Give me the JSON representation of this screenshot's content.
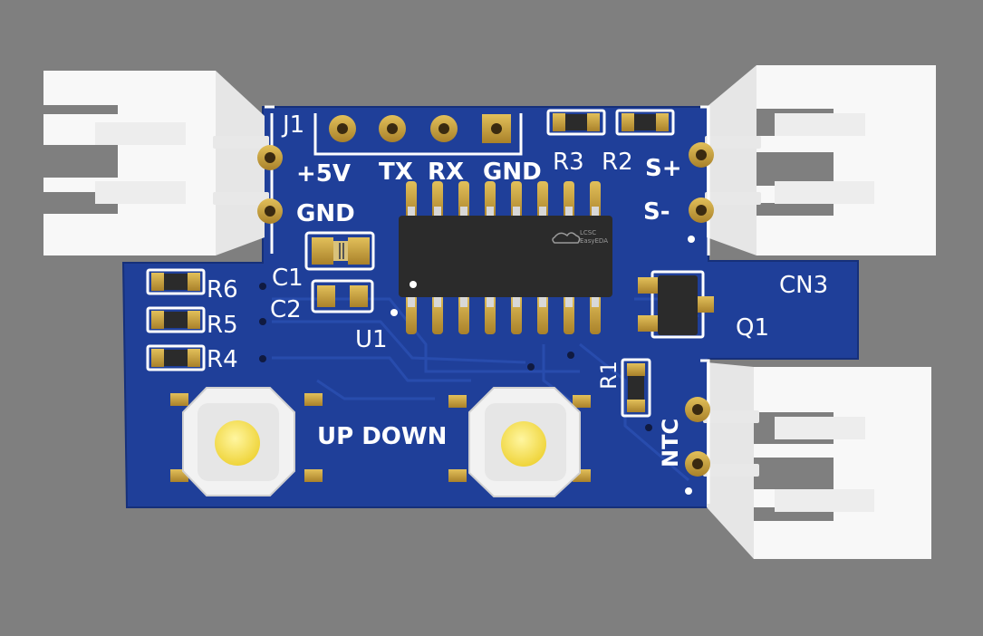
{
  "labels": {
    "j1": "J1",
    "plus5v": "+5V",
    "gnd": "GND",
    "tx": "TX",
    "rx": "RX",
    "gnd2": "GND",
    "r3": "R3",
    "r2": "R2",
    "splus": "S+",
    "sminus": "S-",
    "cn3": "CN3",
    "q1": "Q1",
    "c1": "C1",
    "c2": "C2",
    "r6": "R6",
    "r5": "R5",
    "r4": "R4",
    "u1": "U1",
    "r1": "R1",
    "ntc": "NTC",
    "up_down": "UP DOWN"
  },
  "colors": {
    "background": "#7f7f7f",
    "board": "#1f3f99",
    "board_dark": "#16307a",
    "silkscreen": "#ffffff",
    "copper": "#c9a13a",
    "chip": "#2b2b2b",
    "button_cap": "#f4e04a",
    "connector": "#f8f8f8"
  }
}
